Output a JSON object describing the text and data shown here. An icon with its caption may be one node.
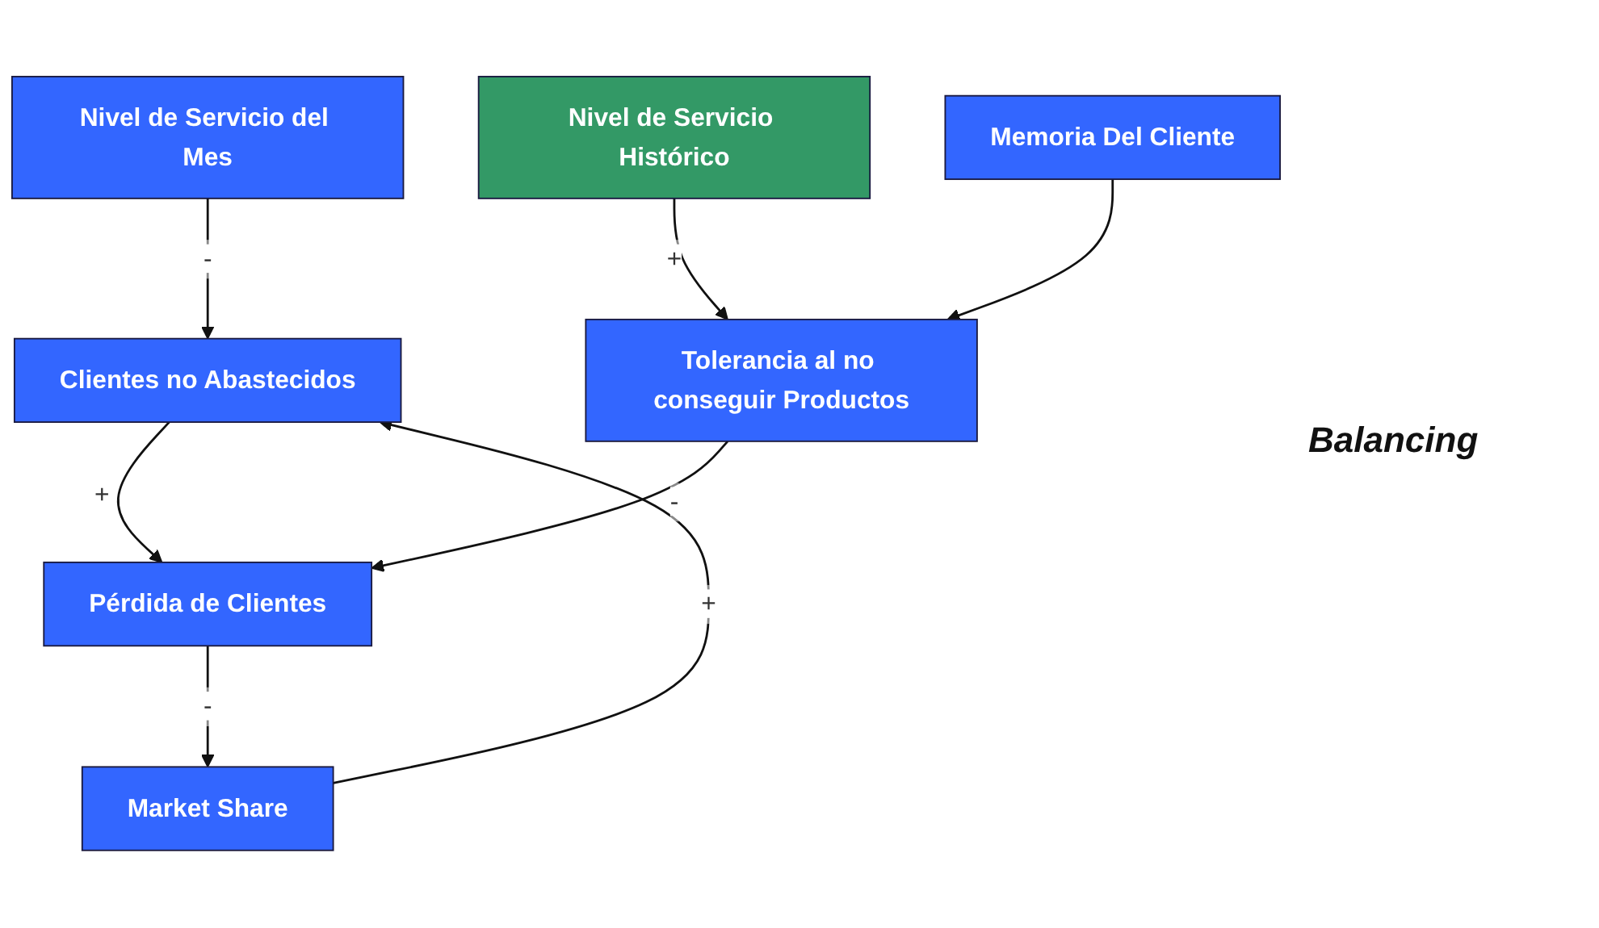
{
  "diagram": {
    "nodes": [
      {
        "text": [
          "Nivel de Servicio del Mes"
        ]
      },
      {
        "text": [
          "Nivel de Servicio Histórico"
        ]
      },
      {
        "text": [
          "Memoria Del Cliente"
        ]
      },
      {
        "text": [
          "Clientes no Abastecidos"
        ]
      },
      {
        "text": [
          "Market Share"
        ]
      },
      {
        "text": [
          "Tolerancia al no conseguir Productos"
        ]
      },
      {
        "text": [
          "Pérdida de Clientes"
        ]
      }
    ],
    "edges": [
      {
        "from": 0,
        "to": 3,
        "arrow": "to",
        "label": "-"
      },
      {
        "from": 1,
        "to": 5,
        "arrow": "to",
        "label": "+"
      },
      {
        "from": 2,
        "to": 5,
        "arrow": "to"
      },
      {
        "from": 4,
        "to": 3,
        "arrow": "to",
        "label": "+"
      },
      {
        "from": 3,
        "to": 6,
        "arrow": "to",
        "label": "+"
      },
      {
        "from": 5,
        "to": 6,
        "arrow": "to",
        "label": "-"
      },
      {
        "from": 6,
        "to": 4,
        "arrow": "to",
        "label": "-"
      }
    ],
    "labels": [
      "Balancing"
    ]
  }
}
